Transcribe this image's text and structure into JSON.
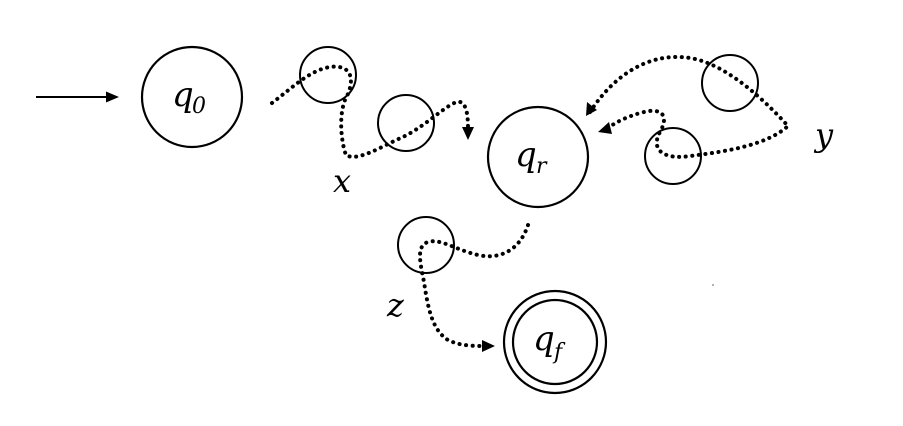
{
  "states": {
    "start": {
      "base": "q",
      "sub": "0"
    },
    "repeat": {
      "base": "q",
      "sub": "r"
    },
    "final": {
      "base": "q",
      "sub": "f"
    }
  },
  "segments": {
    "x": "x",
    "y": "y",
    "z": "z"
  }
}
